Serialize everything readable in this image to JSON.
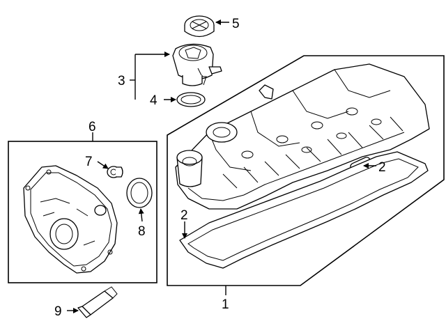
{
  "callouts": {
    "c1": "1",
    "c2a": "2",
    "c2b": "2",
    "c3": "3",
    "c4": "4",
    "c5": "5",
    "c6": "6",
    "c7": "7",
    "c8": "8",
    "c9": "9"
  }
}
